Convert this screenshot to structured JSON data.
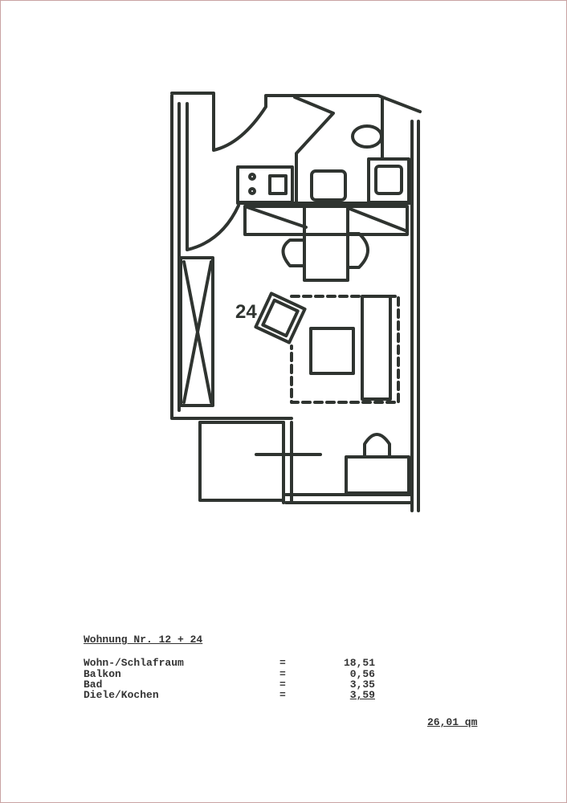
{
  "floor_plan": {
    "room_label": "24"
  },
  "apartment": {
    "title": "Wohnung Nr. 12 + 24",
    "rooms": [
      {
        "name": "Wohn-/Schlafraum",
        "eq": "=",
        "area": "18,51"
      },
      {
        "name": "Balkon",
        "eq": "=",
        "area": "0,56"
      },
      {
        "name": "Bad",
        "eq": "=",
        "area": "3,35"
      },
      {
        "name": "Diele/Kochen",
        "eq": "=",
        "area": "3,59"
      }
    ],
    "total": "26,01 qm"
  }
}
